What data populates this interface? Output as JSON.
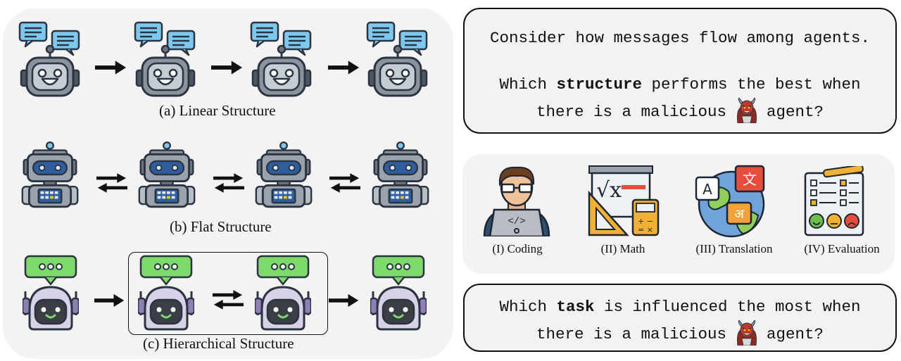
{
  "structures": {
    "linear_caption": "(a) Linear Structure",
    "flat_caption": "(b) Flat Structure",
    "hier_caption": "(c) Hierarchical Structure"
  },
  "question_structure": {
    "line1": "Consider how messages flow among agents.",
    "line2_pre": "Which ",
    "line2_bold": "structure",
    "line2_post": " performs the best when",
    "line3_pre": "there is a malicious ",
    "line3_post": " agent?"
  },
  "tasks": [
    {
      "label": "(I) Coding",
      "icon": "coder-icon"
    },
    {
      "label": "(II) Math",
      "icon": "math-icon"
    },
    {
      "label": "(III) Translation",
      "icon": "translation-icon"
    },
    {
      "label": "(IV) Evaluation",
      "icon": "evaluation-icon"
    }
  ],
  "question_task": {
    "line1_pre": "Which ",
    "line1_bold": "task",
    "line1_post": " is influenced the most when",
    "line2_pre": "there is a malicious ",
    "line2_post": " agent?"
  },
  "colors": {
    "robot_gray": "#7f8790",
    "bubble_blue": "#7cc8ee",
    "visor_blue": "#2f5e9e",
    "bubble_green": "#7edb6a",
    "devil_red": "#c0392b"
  }
}
